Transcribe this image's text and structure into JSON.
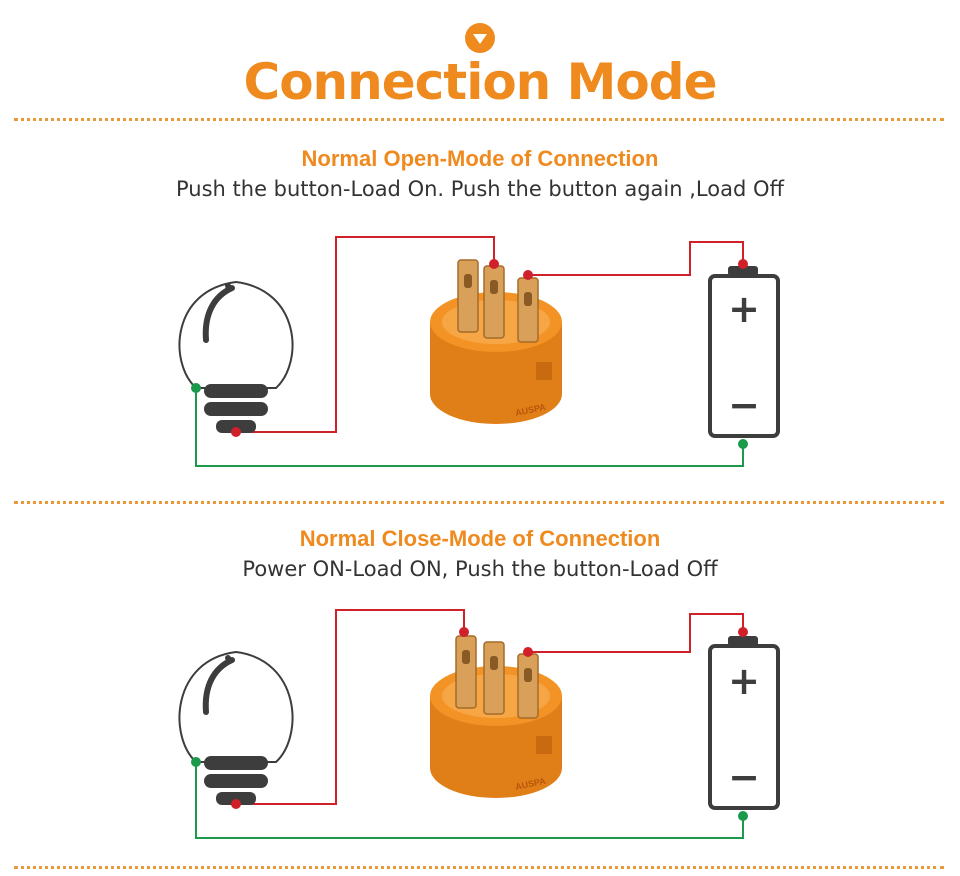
{
  "header": {
    "title": "Connection Mode",
    "icon": "chevron-down-circle-icon",
    "accent_color": "#ef8a1f"
  },
  "sections": [
    {
      "title": "Normal Open-Mode of Connection",
      "description": "Push the button-Load On. Push the button again ,Load Off"
    },
    {
      "title": "Normal Close-Mode of Connection",
      "description": "Power ON-Load ON, Push the button-Load Off"
    }
  ],
  "switch": {
    "brand_text": "AUSPA"
  },
  "battery": {
    "positive_symbol": "+",
    "negative_symbol": "−"
  },
  "colors": {
    "wire_red": "#d0202a",
    "wire_green": "#1a9a4a",
    "switch_body": "#f39325",
    "terminal": "#d9a05a",
    "symbol_dark": "#3d3d3d"
  }
}
